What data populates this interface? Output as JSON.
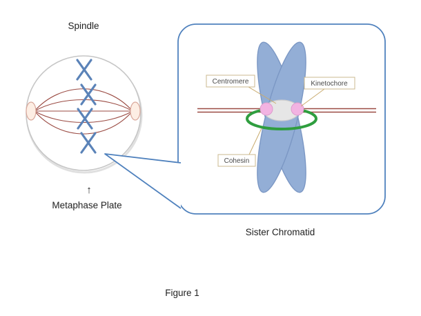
{
  "figure": {
    "spindle_label": "Spindle",
    "metaphase_arrow": "↑",
    "metaphase_plate_label": "Metaphase Plate",
    "sister_chromatid_label": "Sister Chromatid",
    "caption": "Figure 1"
  },
  "callout_labels": {
    "centromere": "Centromere",
    "kinetochore": "Kinetochore",
    "cohesin": "Cohesin"
  },
  "colors": {
    "cell_outline": "#c6c6c6",
    "cell_shadow": "#e0e0e0",
    "spindle_fiber": "#9a4a42",
    "pole_fill": "#fdeee4",
    "pole_stroke": "#d9a89b",
    "chromosome_blue": "#5b83b8",
    "callout_border": "#4f81bd",
    "chromatid_fill": "#93aed6",
    "chromatid_stroke": "#7b97c4",
    "cohesin_green": "#2f9e3f",
    "kinetochore_pink": "#f2b3e2",
    "kinetochore_pink_stroke": "#dd9ccc",
    "centromere_fill": "#e6e6e6",
    "centromere_stroke": "#cccccc",
    "label_box_border": "#cbb98f",
    "leader_line": "#c9ab6e"
  }
}
